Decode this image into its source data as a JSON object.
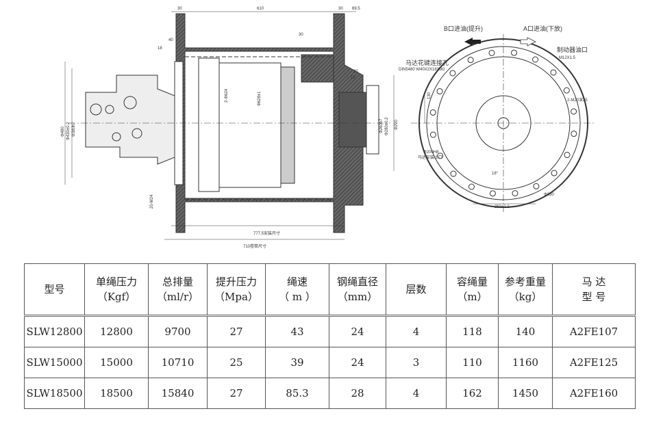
{
  "drawing": {
    "dims_top": [
      "30",
      "610",
      "30",
      "69.5"
    ],
    "dims_left": [
      "18",
      "40"
    ],
    "dim_30_inner": "30",
    "dims_right": [
      "20",
      "15"
    ],
    "dia_labels": [
      "Φ480",
      "Φ430±0.2",
      "Φ380h7",
      "2-Φ624",
      "Φ628±1",
      "Φ260h7",
      "Φ280±0.2",
      "Φ290"
    ],
    "bolt": "20-M24",
    "install_len": "777.5安装尺寸",
    "drum_len": "710卷筒尺寸",
    "port_b": "B口进油(提升)",
    "port_a": "A口进油(下放)",
    "brake_port": "制动器油口",
    "brake_thread": "M12X1.5",
    "spline_label": "马达花键连接孔",
    "spline_spec": "DIN5480 W40X2X18X9G",
    "dim_130": "130",
    "thread_holes": "2-M20深25",
    "pilot": "Φ200H8",
    "pilot_desc": "马达安装止口",
    "angle": "18°",
    "pcd": "Φ330",
    "span": "250±0.2"
  },
  "table": {
    "headers": [
      [
        "型号",
        ""
      ],
      [
        "单绳压力",
        "（Kgf）"
      ],
      [
        "总排量",
        "（ml/r）"
      ],
      [
        "提升压力",
        "（Mpa）"
      ],
      [
        "绳速",
        "（ m ）"
      ],
      [
        "钢绳直径",
        "（mm）"
      ],
      [
        "层数",
        ""
      ],
      [
        "容绳量",
        "（m）"
      ],
      [
        "参考重量",
        "（kg）"
      ],
      [
        "马 达",
        "型 号"
      ]
    ],
    "rows": [
      [
        "SLW12800",
        "12800",
        "9700",
        "27",
        "43",
        "24",
        "4",
        "118",
        "140",
        "A2FE107"
      ],
      [
        "SLW15000",
        "15000",
        "10710",
        "25",
        "39",
        "24",
        "3",
        "110",
        "1160",
        "A2FE125"
      ],
      [
        "SLW18500",
        "18500",
        "15840",
        "27",
        "85.3",
        "28",
        "4",
        "162",
        "1450",
        "A2FE160"
      ]
    ]
  }
}
